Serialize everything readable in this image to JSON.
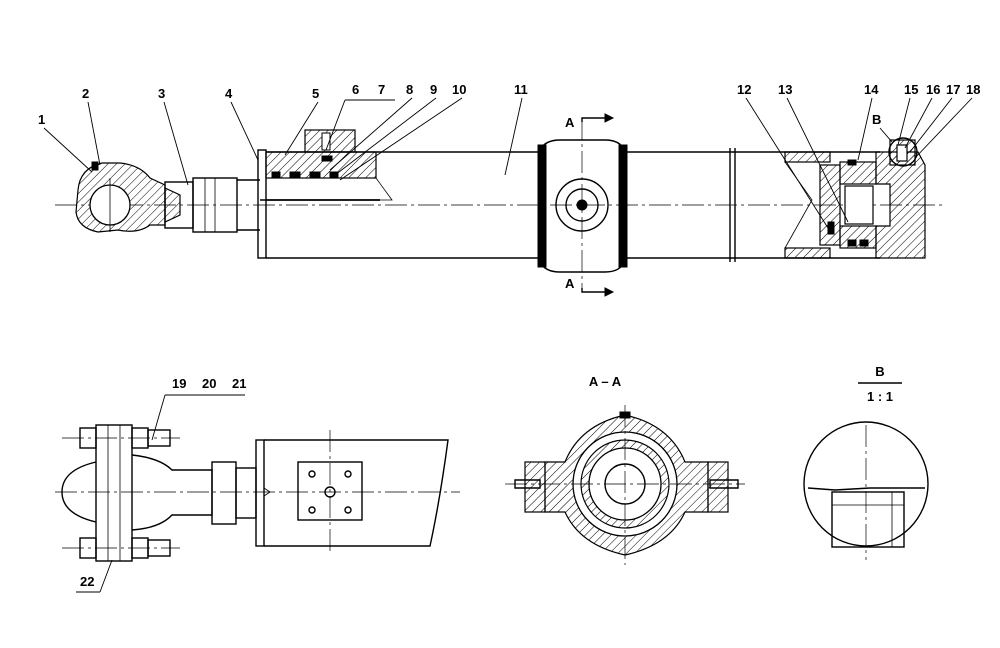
{
  "callouts": {
    "c1": "1",
    "c2": "2",
    "c3": "3",
    "c4": "4",
    "c5": "5",
    "c6": "6",
    "c7": "7",
    "c8": "8",
    "c9": "9",
    "c10": "10",
    "c11": "11",
    "c12": "12",
    "c13": "13",
    "c14": "14",
    "c15": "15",
    "c16": "16",
    "c17": "17",
    "c18": "18",
    "c19": "19",
    "c20": "20",
    "c21": "21",
    "c22": "22"
  },
  "section_marks": {
    "a_top": "A",
    "a_bottom": "A",
    "b_mark": "B"
  },
  "views": {
    "section_aa_title": "A – A",
    "detail_b_title": "B",
    "detail_b_scale": "1 : 1"
  }
}
